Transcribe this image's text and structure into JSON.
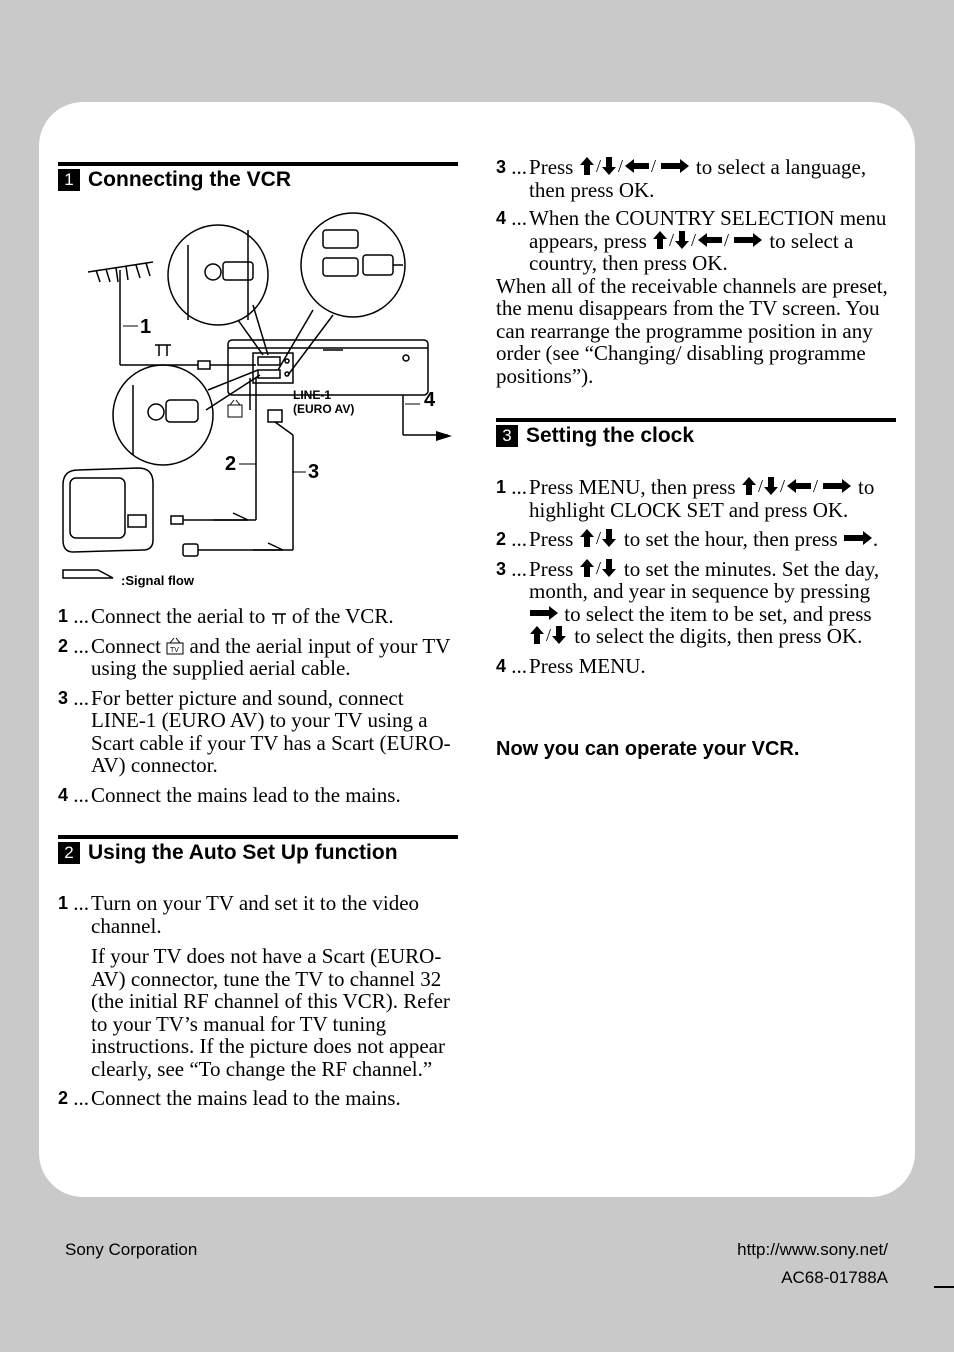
{
  "section1": {
    "number": "1",
    "title": "Connecting the VCR",
    "diagram": {
      "callout_1": "1",
      "callout_2": "2",
      "callout_3": "3",
      "callout_4": "4",
      "line1_label": "LINE-1",
      "euroav_label": "(EURO AV)",
      "signal_flow": ":Signal flow"
    },
    "steps": [
      {
        "n": "1",
        "pre": "Connect the aerial to",
        "post": "of the VCR."
      },
      {
        "n": "2",
        "pre": "Connect",
        "post": "and the aerial input of your TV using the supplied aerial cable."
      },
      {
        "n": "3",
        "text": "For better picture and sound, connect LINE-1 (EURO AV) to your TV using a Scart cable if your TV has a Scart (EURO-AV) connector."
      },
      {
        "n": "4",
        "text": "Connect the mains lead to the mains."
      }
    ]
  },
  "section2": {
    "number": "2",
    "title": "Using the Auto Set Up function",
    "steps": [
      {
        "n": "1",
        "text": "Turn on your TV and set it to the video channel.",
        "sub": "If your TV does not have a Scart (EURO-AV) connector, tune the TV to channel 32 (the initial RF channel of this VCR).  Refer to your TV’s manual for TV tuning instructions.  If the picture does not appear clearly, see “To change the RF channel.”"
      },
      {
        "n": "2",
        "text": "Connect the mains lead to the mains."
      }
    ]
  },
  "col2": {
    "step3": {
      "n": "3",
      "pre": "Press",
      "post": "to select a language, then press OK."
    },
    "step4": {
      "n": "4",
      "pre": "When the COUNTRY SELECTION menu appears, press",
      "post": "to select a country, then press OK."
    },
    "para": "When all of the receivable channels are preset, the menu disappears from the TV screen. You can rearrange the programme position in any order (see “Changing/ disabling programme positions”)."
  },
  "section3": {
    "number": "3",
    "title": "Setting the clock",
    "steps": [
      {
        "n": "1",
        "pre": "Press MENU, then press",
        "post": "to highlight CLOCK SET and press OK."
      },
      {
        "n": "2",
        "pre": "Press",
        "mid": "to set the hour, then press",
        "post": "."
      },
      {
        "n": "3",
        "pre": "Press",
        "mid": "to set the minutes.  Set the day, month, and year in sequence by pressing",
        "mid2": "to select the item to be set, and press",
        "post": "to select the digits, then press OK."
      },
      {
        "n": "4",
        "text": "Press MENU."
      }
    ],
    "closing": "Now you can operate your VCR."
  },
  "footer": {
    "company": "Sony Corporation",
    "url": "http://www.sony.net/",
    "code": "AC68-01788A"
  }
}
